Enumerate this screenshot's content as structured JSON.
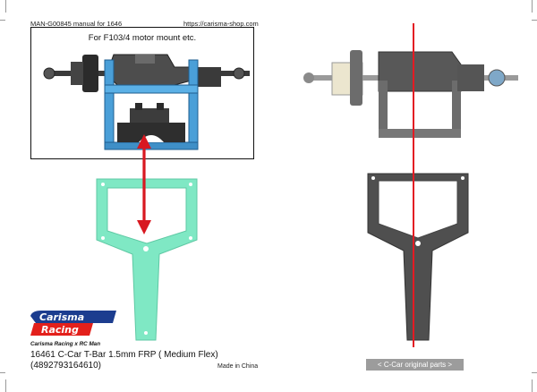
{
  "header": {
    "manual_title": "MAN-G00845 manual for 1646",
    "website": "https://carisma-shop.com"
  },
  "inset": {
    "caption": "For F103/4 motor mount etc."
  },
  "logo": {
    "brand_line1": "Carisma",
    "brand_line2": "Racing",
    "tagline": "Carisma Racing x RC Man"
  },
  "product": {
    "name": "16461 C-Car T-Bar 1.5mm FRP ( Medium Flex)",
    "code": "(4892793164610)",
    "made_in": "Made in China"
  },
  "original_parts_label": "< C-Car original parts >",
  "colors": {
    "tbar_new": "#7fe8c4",
    "motor_mount_blue": "#4a9fd8",
    "arrow_red": "#d81820",
    "guide_line_red": "#e31b23",
    "label_bg": "#9c9c9c",
    "logo_red": "#e3201b",
    "logo_blue": "#1c3d8f"
  }
}
